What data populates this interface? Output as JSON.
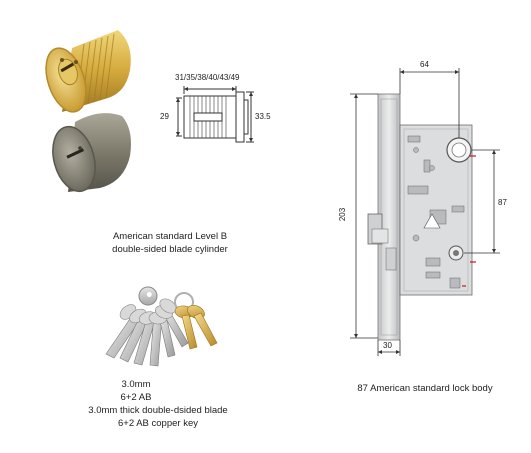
{
  "cylinder": {
    "caption_line1": "American standard Level B",
    "caption_line2": "double-sided blade cylinder",
    "dim_length": "31/35/38/40/43/49",
    "dim_inner": "29",
    "dim_outer": "33.5"
  },
  "keys": {
    "line1": "3.0mm",
    "line2": "6+2 AB",
    "line3": "3.0mm thick double-dsided blade",
    "line4": "6+2 AB copper key"
  },
  "lock_body": {
    "caption": "87 American standard lock body",
    "dim_top": "64",
    "dim_height": "203",
    "dim_right": "87",
    "dim_bottom": "30"
  },
  "colors": {
    "brass": "#d8b347",
    "nickel": "#8a8678",
    "steel": "#d6d7d9"
  }
}
